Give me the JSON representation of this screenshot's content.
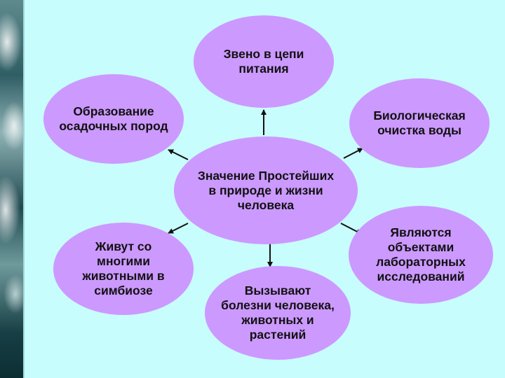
{
  "center": "Значение Простейших\nв природе и жизни\nчеловека",
  "nodes": {
    "top": "Звено в цепи\nпитания",
    "upper_left": "Образование\nосадочных пород",
    "upper_right": "Биологическая\nочистка воды",
    "lower_left": "Живут со\nмногими\nживотными в\nсимбиозе",
    "lower_right": "Являются\nобъектами\nлабораторных\nисследований",
    "bottom": "Вызывают\nболезни человека,\nживотных и\nрастений"
  },
  "colors": {
    "background": "#c8fdfd",
    "node_fill": "#cc99ff",
    "arrow": "#111111"
  }
}
